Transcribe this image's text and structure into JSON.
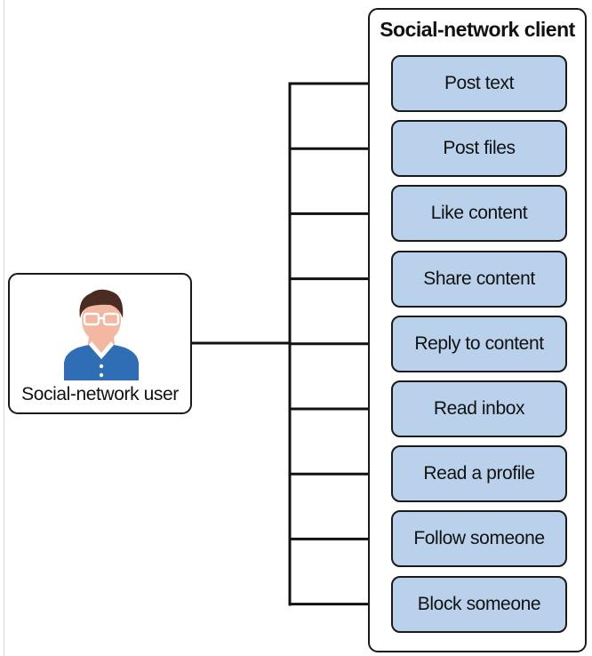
{
  "user": {
    "label": "Social-network user",
    "icon": "user-with-glasses-icon",
    "colors": {
      "hair": "#4a2c22",
      "skin": "#f2b8a2",
      "shirt": "#2f6db4",
      "glasses": "#ffffff"
    }
  },
  "client": {
    "title": "Social-network client",
    "features": [
      {
        "label": "Post text"
      },
      {
        "label": "Post files"
      },
      {
        "label": "Like content"
      },
      {
        "label": "Share content"
      },
      {
        "label": "Reply to content"
      },
      {
        "label": "Read inbox"
      },
      {
        "label": "Read a profile"
      },
      {
        "label": "Follow someone"
      },
      {
        "label": "Block someone"
      }
    ]
  },
  "colors": {
    "feature_fill": "#b9d1ea",
    "border": "#1a1a1a",
    "connector": "#111111"
  }
}
